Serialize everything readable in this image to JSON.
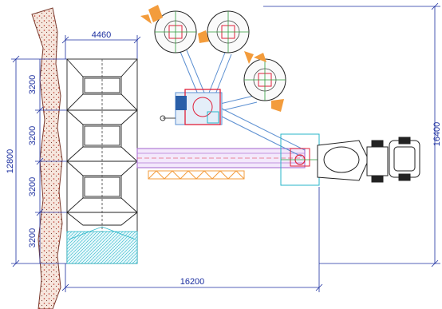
{
  "dimensions": {
    "top_width": "4460",
    "left_total": "12800",
    "left_segments": [
      "3200",
      "3200",
      "3200",
      "3200"
    ],
    "right_total": "16400",
    "bottom_total": "16200"
  },
  "colors": {
    "dimension": "#1c2fa0",
    "wall_fill": "#f6e6dd",
    "wall_dots": "#c0392b",
    "belt_purple": "#b07ad6",
    "belt_blue": "#5b8fd1",
    "hopper_orange": "#f39c3c",
    "cyan": "#27b6c9",
    "red": "#e0203a",
    "green": "#2e9c3a"
  }
}
